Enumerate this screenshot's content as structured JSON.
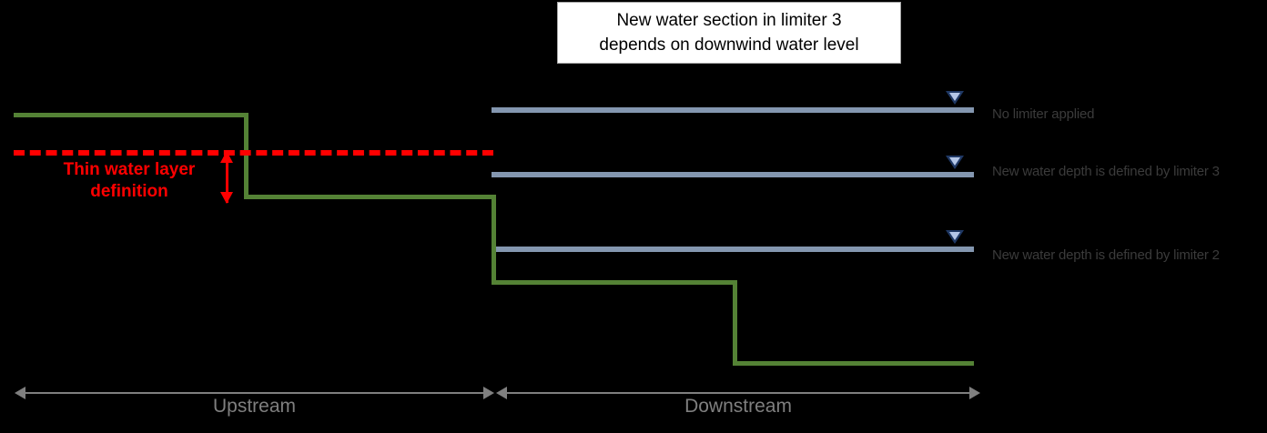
{
  "callout": {
    "line1": "New water section in limiter 3",
    "line2": "depends on downwind water level"
  },
  "thin_layer": {
    "caption_line1": "Thin water layer",
    "caption_line2": "definition",
    "color": "#ff0000",
    "arrow_name": "thin-layer-depth-arrow"
  },
  "water_levels": [
    {
      "label": "No limiter applied"
    },
    {
      "label": "New water depth is defined by limiter 3"
    },
    {
      "label": "New water depth is defined by limiter 2"
    }
  ],
  "axes": [
    {
      "label": "Upstream"
    },
    {
      "label": "Downstream"
    }
  ],
  "colors": {
    "bed": "#548235",
    "water": "#8497b0",
    "marker_outline": "#1f3864",
    "marker_fill": "#b4c6e7",
    "thin_layer": "#ff0000",
    "axis": "#7f7f7f",
    "label_text": "#3b3b3b",
    "background": "#000000"
  }
}
